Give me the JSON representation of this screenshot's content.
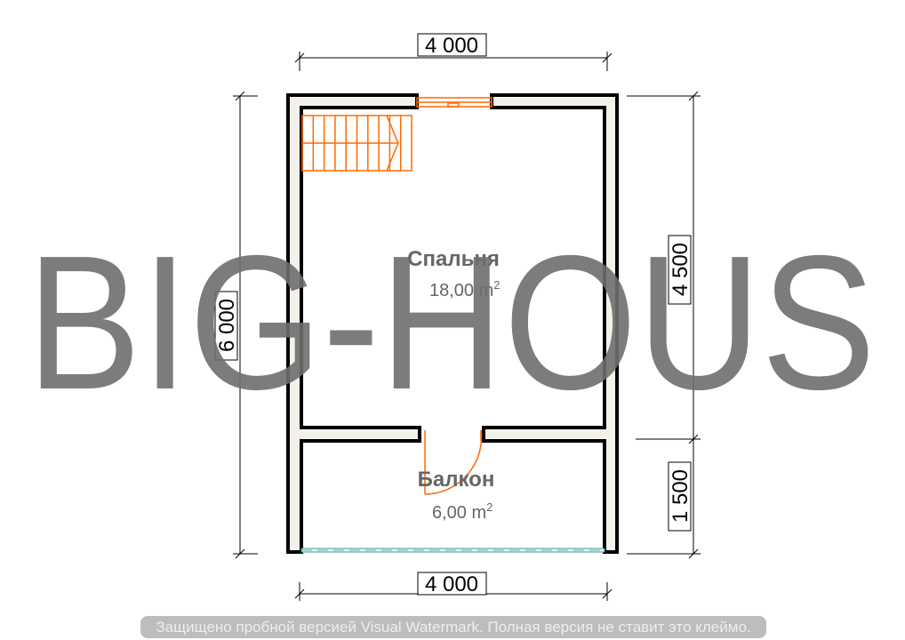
{
  "dimensions": {
    "top_width": "4 000",
    "bottom_width": "4 000",
    "left_height": "6 000",
    "right_upper": "4 500",
    "right_lower": "1 500"
  },
  "rooms": [
    {
      "name": "Спальня",
      "area": "18,00 m",
      "unit_sup": "2"
    },
    {
      "name": "Балкон",
      "area": "6,00 m",
      "unit_sup": "2"
    }
  ],
  "watermark": "BIG-HOUS",
  "banner": "Защищено пробной версией Visual Watermark. Полная версия не ставит это клеймо.",
  "colors": {
    "wall_fill": "#f3f1ea",
    "accent": "#ff6a00",
    "glass": "#3a9a9a"
  }
}
